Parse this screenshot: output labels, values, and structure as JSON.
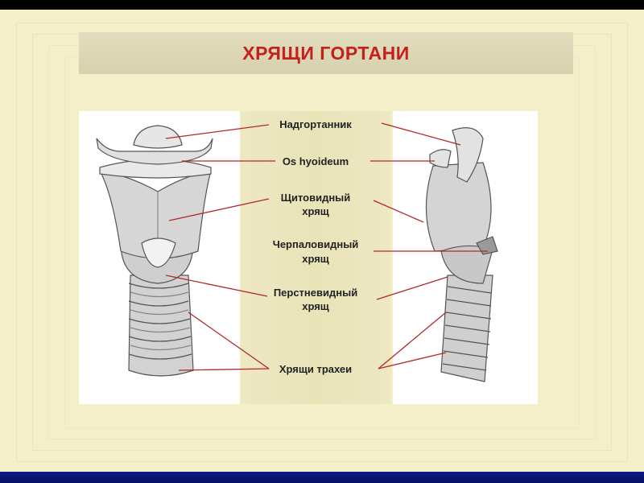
{
  "title": "ХРЯЩИ ГОРТАНИ",
  "labels": {
    "epiglottis": "Надгортанник",
    "hyoid": "Os hyoideum",
    "thyroid_1": "Щитовидный",
    "thyroid_2": "хрящ",
    "arytenoid_1": "Черпаловидный",
    "arytenoid_2": "хрящ",
    "cricoid_1": "Перстневидный",
    "cricoid_2": "хрящ",
    "tracheal": "Хрящи трахеи"
  },
  "colors": {
    "title_text": "#c4201c",
    "leader_line": "#b0282a",
    "label_text": "#222222",
    "accent_bottom": "#0a1a88"
  }
}
